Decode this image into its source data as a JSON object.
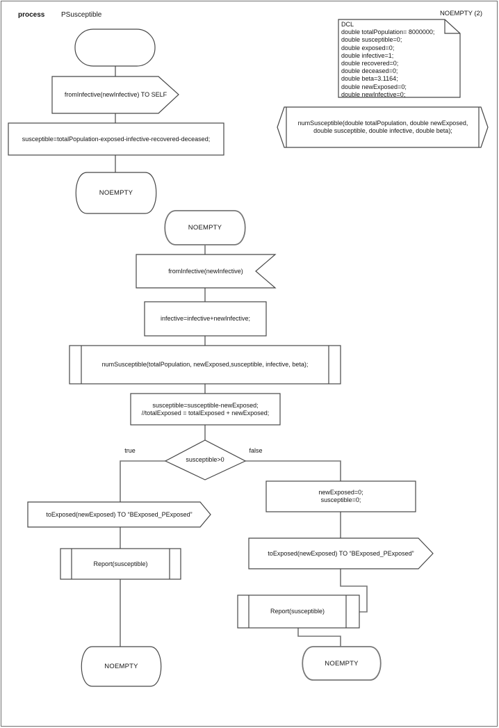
{
  "header": {
    "kind_label": "process",
    "process_name": "PSusceptible",
    "page_label": "NOEMPTY (2)"
  },
  "declaration_note": {
    "text": "DCL\ndouble totalPopulation= 8000000;\ndouble susceptible=0;\ndouble exposed=0;\ndouble infective=1;\ndouble recovered=0;\ndouble deceased=0;\ndouble beta=3.1164;\ndouble newExposed=0;\ndouble newInfective=0;"
  },
  "procedure_declaration": {
    "text": "numSusceptible(double totalPopulation, double newExposed,\ndouble susceptible, double infective, double beta);"
  },
  "start_flow": {
    "output_to_self": "fromInfective(newInfective) TO SELF",
    "task_init_susceptible": "susceptible=totalPopulation-exposed-infective-recovered-deceased;",
    "next_state": "NOEMPTY"
  },
  "main_flow": {
    "state": "NOEMPTY",
    "input_signal": "fromInfective(newInfective)",
    "task_infective": "infective=infective+newInfective;",
    "procedure_call": "numSusceptible(totalPopulation, newExposed,susceptible, infective, beta);",
    "task_update": "susceptible=susceptible-newExposed;\n//totalExposed = totalExposed + newExposed;",
    "decision": "susceptible>0",
    "label_true": "true",
    "label_false": "false"
  },
  "true_branch": {
    "output_signal": "toExposed(newExposed) TO “BExposed_PExposed”",
    "procedure_call": "Report(susceptible)",
    "next_state": "NOEMPTY"
  },
  "false_branch": {
    "task_reset": "newExposed=0;\nsusceptible=0;",
    "output_signal": "toExposed(newExposed) TO “BExposed_PExposed”",
    "procedure_call": "Report(susceptible)",
    "next_state": "NOEMPTY"
  },
  "colors": {
    "shape_line": "#464646",
    "connector_line": "#757575",
    "text": "#141414",
    "background": "#ffffff"
  }
}
